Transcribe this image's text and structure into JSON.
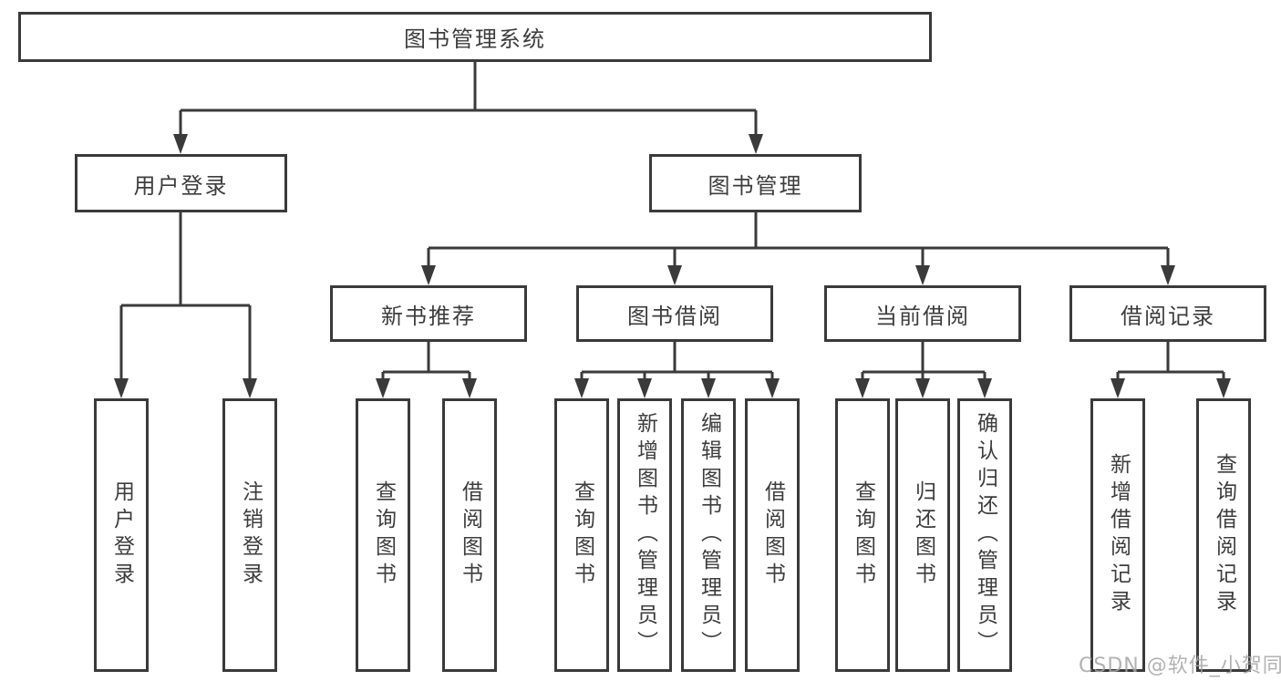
{
  "title": {
    "label": "图书管理系统"
  },
  "branches": [
    {
      "label": "用户登录",
      "children": [
        {
          "label": "用户登录"
        },
        {
          "label": "注销登录"
        }
      ]
    },
    {
      "label": "图书管理",
      "children": [
        {
          "label": "新书推荐",
          "children": [
            {
              "label": "查询图书"
            },
            {
              "label": "借阅图书"
            }
          ]
        },
        {
          "label": "图书借阅",
          "children": [
            {
              "label": "查询图书"
            },
            {
              "label": "新增图书（管理员）"
            },
            {
              "label": "编辑图书（管理员）"
            },
            {
              "label": "借阅图书"
            }
          ]
        },
        {
          "label": "当前借阅",
          "children": [
            {
              "label": "查询图书"
            },
            {
              "label": "归还图书"
            },
            {
              "label": "确认归还（管理员）"
            }
          ]
        },
        {
          "label": "借阅记录",
          "children": [
            {
              "label": "新增借阅记录"
            },
            {
              "label": "查询借阅记录"
            }
          ]
        }
      ]
    }
  ],
  "watermark": {
    "text": "CSDN @软件_小贺同学"
  },
  "colors": {
    "line": "#3a3a3a",
    "text": "#3d3d3d",
    "watermark": "#a5a5a5",
    "background": "#ffffff"
  }
}
